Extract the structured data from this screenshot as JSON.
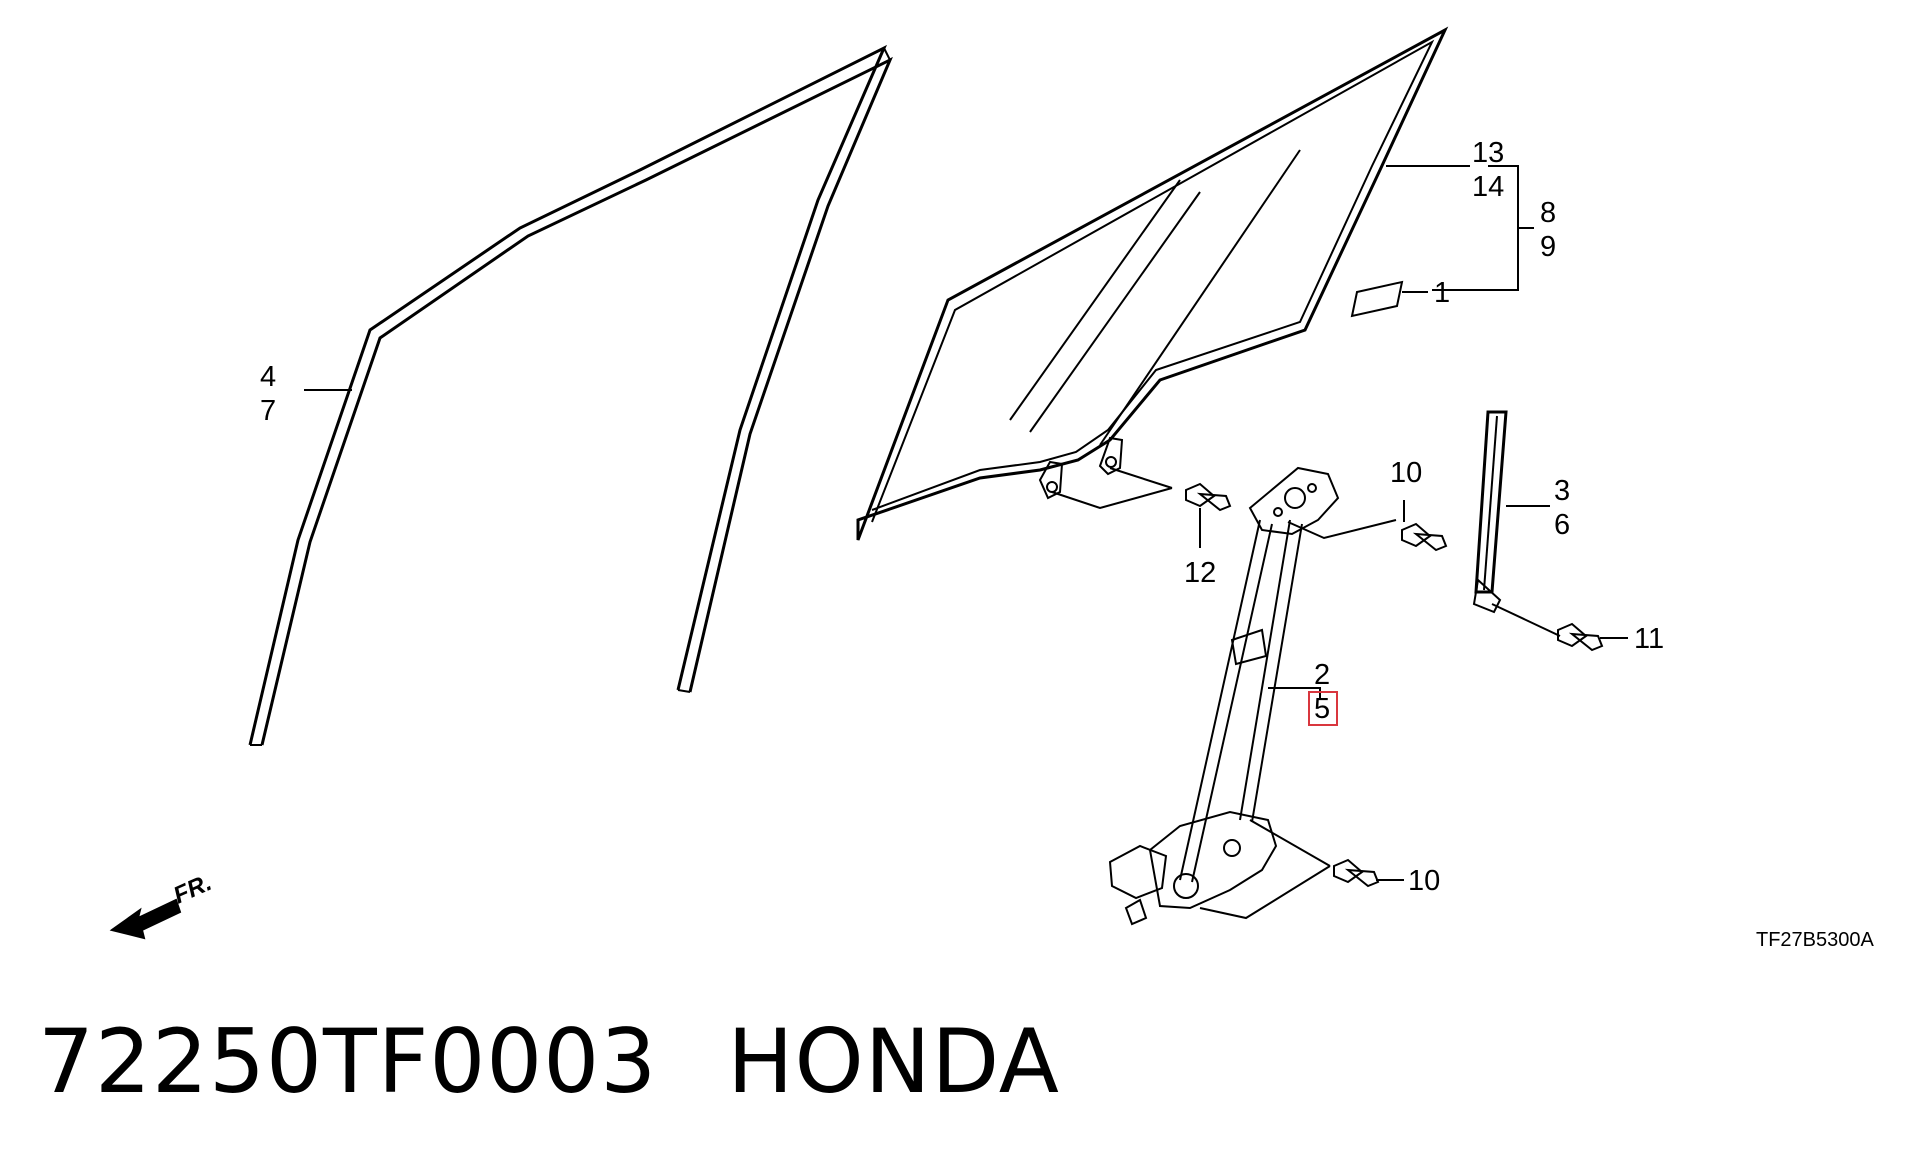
{
  "diagram": {
    "callouts": {
      "c13": "13",
      "c14": "14",
      "c8": "8",
      "c9": "9",
      "c1": "1",
      "c4": "4",
      "c7": "7",
      "c10a": "10",
      "c12": "12",
      "c3": "3",
      "c6": "6",
      "c11": "11",
      "c2": "2",
      "c5": "5",
      "c10b": "10"
    },
    "front_label": "FR.",
    "drawing_code": "TF27B5300A",
    "highlight_color": "#d9363e"
  },
  "caption": {
    "part_number": "72250TF0003",
    "brand": "HONDA"
  }
}
